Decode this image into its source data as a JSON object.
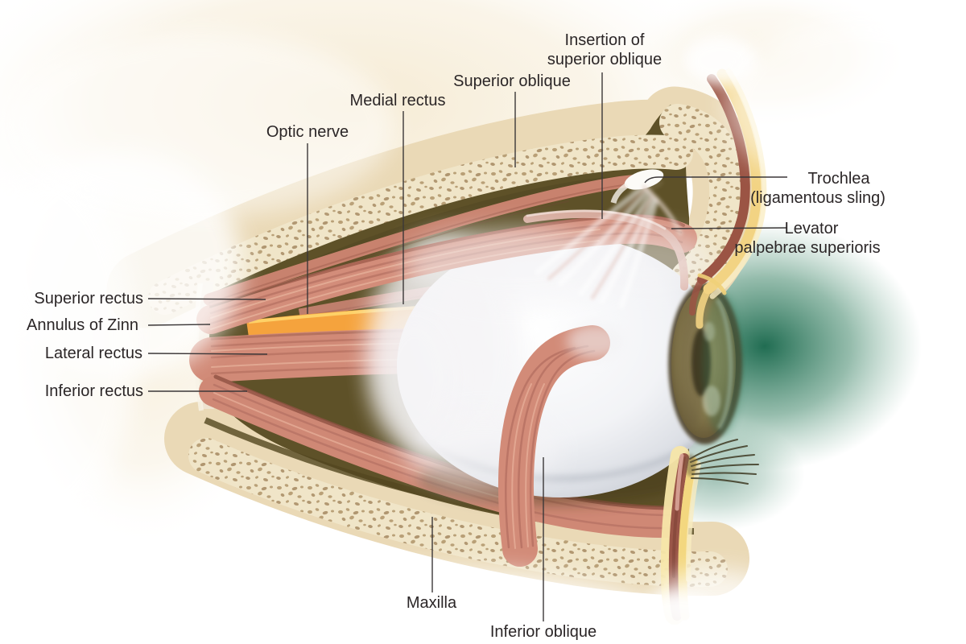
{
  "diagram": {
    "subject": "eye-orbit-extraocular-muscles",
    "labels": {
      "insertion_superior_oblique": {
        "line1": "Insertion of",
        "line2": "superior oblique"
      },
      "superior_oblique": "Superior oblique",
      "medial_rectus": "Medial rectus",
      "optic_nerve": "Optic nerve",
      "trochlea": {
        "line1": "Trochlea",
        "line2": "(ligamentous sling)"
      },
      "levator": {
        "line1": "Levator",
        "line2": "palpebrae superioris"
      },
      "superior_rectus": "Superior rectus",
      "annulus_of_zinn": "Annulus of Zinn",
      "lateral_rectus": "Lateral rectus",
      "inferior_rectus": "Inferior rectus",
      "maxilla": "Maxilla",
      "inferior_oblique": "Inferior oblique"
    },
    "colors": {
      "bone_cream": "#ead9b6",
      "bone_speckle": "#b9a077",
      "orbit_interior": "#5e5128",
      "muscle_salmon": "#d18a77",
      "muscle_stripe_dark": "#ad6a5c",
      "optic_nerve_orange": "#f5a33d",
      "sclera_white": "#f2f3f6",
      "iris_olive": "#8a7e50",
      "glow_green": "#156549",
      "eyelid_yellow": "#f3d77f",
      "eyelid_red": "#9a5648",
      "label_text": "#2b2627"
    }
  }
}
